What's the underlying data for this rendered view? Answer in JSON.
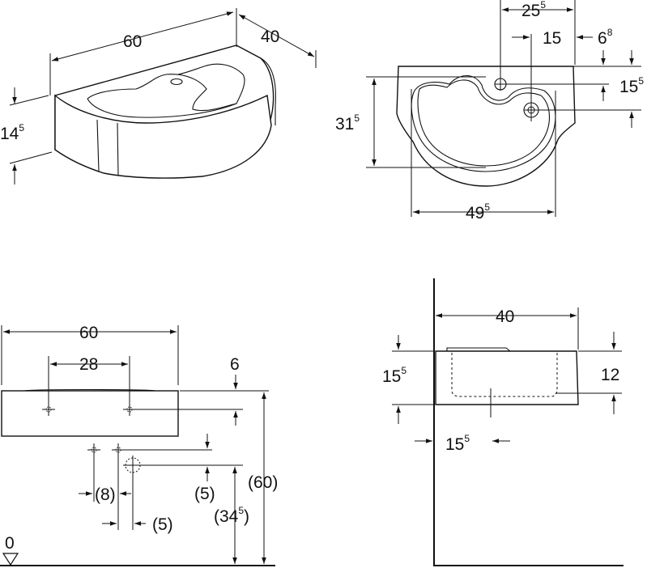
{
  "views": {
    "perspective": {
      "width_main": "60",
      "depth_main": "40",
      "height_main": "14",
      "height_sup": "5"
    },
    "top": {
      "tap_offset_main": "25",
      "tap_offset_sup": "5",
      "drain_offset": "15",
      "edge_offset_main": "6",
      "edge_offset_sup": "8",
      "tap_depth_main": "15",
      "tap_depth_sup": "5",
      "depth_main": "31",
      "depth_sup": "5",
      "bowl_width_main": "49",
      "bowl_width_sup": "5"
    },
    "front": {
      "width": "60",
      "hole_spacing": "28",
      "hole_depth": "6",
      "valve_spacing": "(8)",
      "valve_offset": "(5)",
      "drain_height_offset": "(5)",
      "drain_height_main": "(34",
      "drain_height_sup": "5",
      "drain_height_close": ")",
      "top_height": "(60)",
      "floor_level": "0"
    },
    "side": {
      "depth": "40",
      "height_main": "15",
      "height_sup": "5",
      "bowl_depth": "12",
      "drain_offset_main": "15",
      "drain_offset_sup": "5"
    }
  }
}
